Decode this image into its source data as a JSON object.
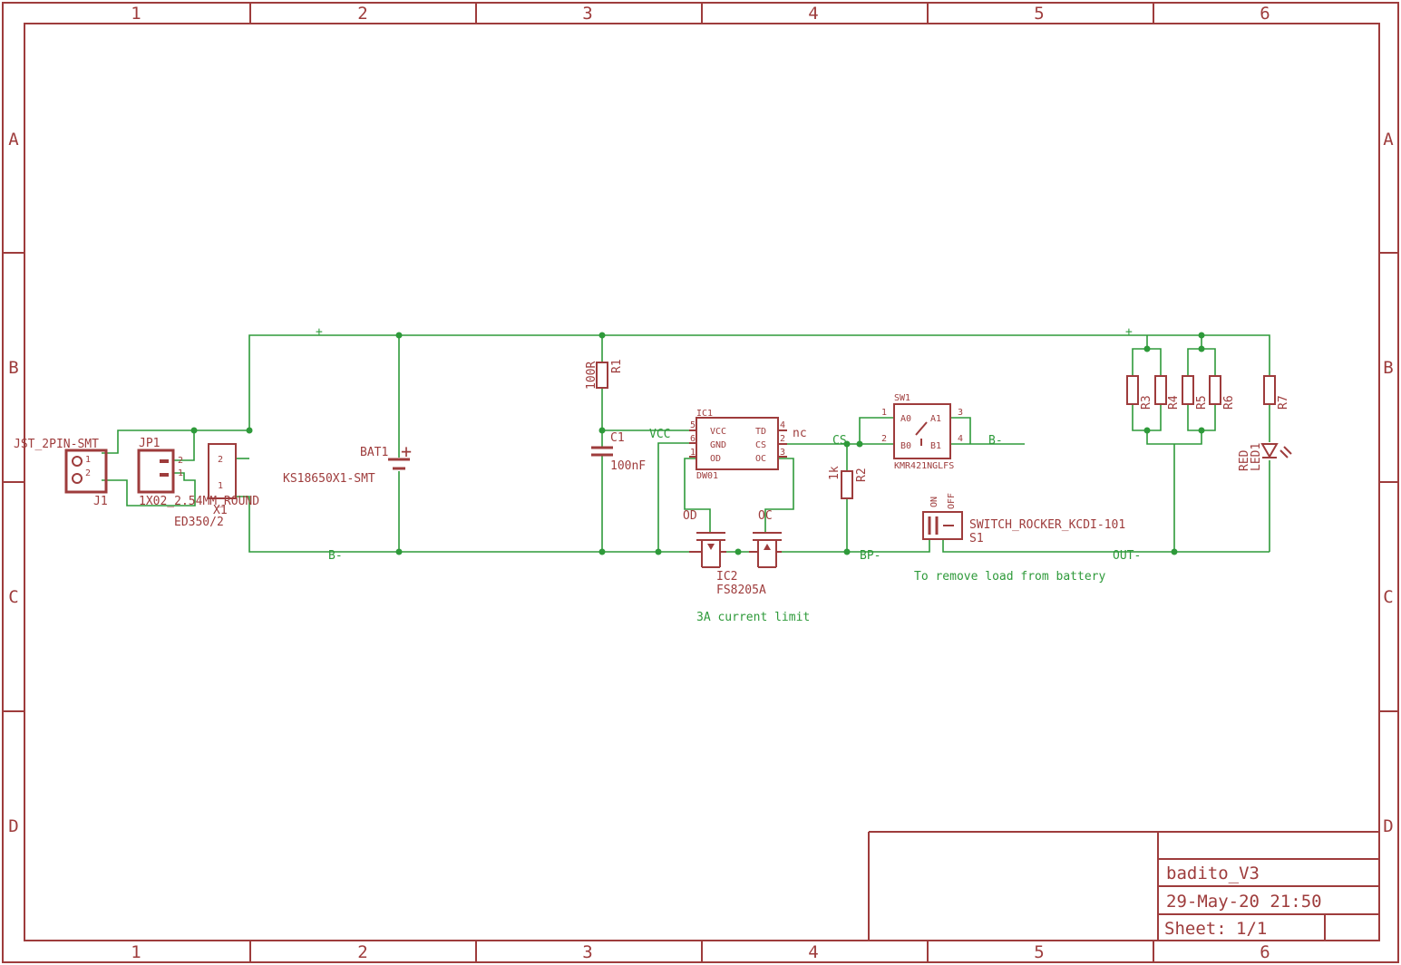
{
  "frame": {
    "columns": [
      "1",
      "2",
      "3",
      "4",
      "5",
      "6"
    ],
    "rows": [
      "A",
      "B",
      "C",
      "D"
    ]
  },
  "title_block": {
    "title": "badito_V3",
    "date": "29-May-20 21:50",
    "sheet_label": "Sheet:",
    "sheet_value": "1/1"
  },
  "components": {
    "j1": {
      "name": "J1",
      "value": "JST_2PIN-SMT",
      "pins": [
        "1",
        "2"
      ]
    },
    "jp1": {
      "name": "JP1",
      "value": "1X02_2.54MM_ROUND",
      "pins": [
        "2",
        "1"
      ]
    },
    "x1": {
      "name": "X1",
      "value": "ED350/2",
      "pins": [
        "2",
        "1"
      ]
    },
    "bat1": {
      "name": "BAT1",
      "value": "KS18650X1-SMT"
    },
    "r1": {
      "name": "R1",
      "value": "100R"
    },
    "c1": {
      "name": "C1",
      "value": "100nF"
    },
    "ic1": {
      "name": "IC1",
      "value": "DW01",
      "pins_left": [
        "VCC",
        "GND",
        "OD"
      ],
      "pins_right": [
        "TD",
        "CS",
        "OC"
      ],
      "pin_nums_left": [
        "5",
        "6",
        "1"
      ],
      "pin_nums_right": [
        "4",
        "2",
        "3"
      ],
      "nc": "nc"
    },
    "ic2": {
      "name": "IC2",
      "value": "FS8205A"
    },
    "r2": {
      "name": "R2",
      "value": "1k"
    },
    "sw1": {
      "name": "SW1",
      "value": "KMR421NGLFS",
      "pins": [
        "A0",
        "A1",
        "B0",
        "B1"
      ],
      "pin_nums": [
        "1",
        "3",
        "2",
        "4"
      ]
    },
    "s1": {
      "name": "S1",
      "value": "SWITCH_ROCKER_KCDI-101",
      "on": "ON",
      "off": "OFF"
    },
    "r3": {
      "name": "R3"
    },
    "r4": {
      "name": "R4"
    },
    "r5": {
      "name": "R5"
    },
    "r6": {
      "name": "R6"
    },
    "r7": {
      "name": "R7"
    },
    "led1": {
      "name": "LED1",
      "value": "RED"
    }
  },
  "nets": {
    "plus": "+",
    "b_minus": "B-",
    "vcc": "VCC",
    "cs": "CS",
    "od": "OD",
    "oc": "OC",
    "bp_minus": "BP-",
    "out_minus": "OUT-",
    "bat_plus": "+"
  },
  "notes": {
    "current_limit": "3A current limit",
    "remove_load": "To remove load from battery"
  }
}
